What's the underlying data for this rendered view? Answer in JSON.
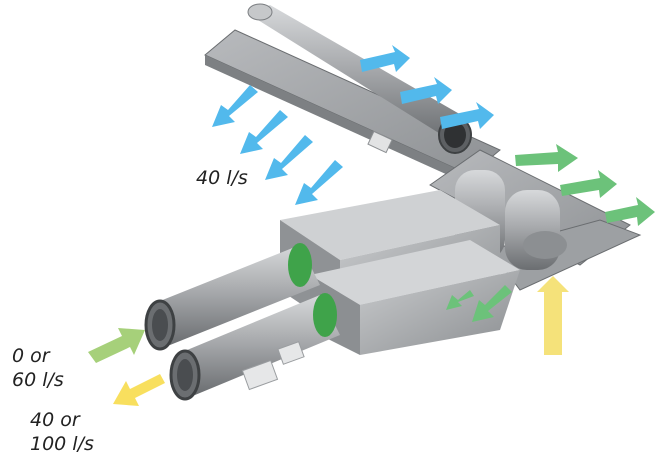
{
  "labels": {
    "room_flow": "40 l/s",
    "supply_flow_line1": "0 or",
    "supply_flow_line2": "60 l/s",
    "extract_flow_line1": "40 or",
    "extract_flow_line2": "100 l/s"
  },
  "colors": {
    "supply_arrow": "#52b9ec",
    "ceiling_air_arrow": "#6cc27a",
    "extract_arrow": "#f5e27a",
    "intake_arrow": "#a6d07a",
    "exhaust_arrow": "#f8df5e",
    "metal": "#a7a9ac",
    "metal_dark": "#6f7275",
    "seal_green": "#3fa34a"
  }
}
